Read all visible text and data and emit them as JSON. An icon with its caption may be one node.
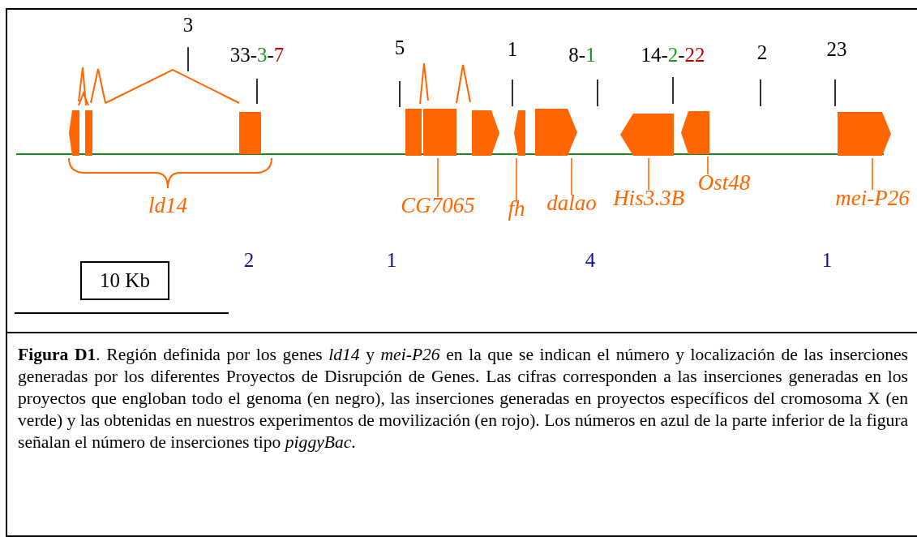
{
  "diagram": {
    "caption": "**Figura D1**. Región definida por los genes *ld14* y *mei-P26* en la que se indican el número y localización de las inserciones generadas por los diferentes Proyectos de Disrupción de Genes.  Las cifras corresponden a las inserciones generadas en los proyectos que engloban todo el genoma (en negro), las inserciones generadas en proyectos específicos del cromosoma X (en verde) y las obtenidas en nuestros experimentos de movilización (en rojo). Los números en azul de la parte inferior de la figura señalan el número de inserciones tipo *piggyBac*.",
    "nodes": [
      {
        "text": [],
        "shape": "box"
      },
      {
        "text": [],
        "shape": "box"
      },
      {
        "text": [],
        "shape": "box"
      },
      {
        "text": [],
        "shape": "box"
      },
      {
        "text": [],
        "shape": "box"
      },
      {
        "text": [],
        "shape": "box"
      },
      {
        "text": [],
        "shape": "box"
      },
      {
        "text": [],
        "shape": "box"
      },
      {
        "text": [],
        "shape": "box"
      },
      {
        "text": [],
        "shape": "box"
      },
      {
        "text": [],
        "shape": "box"
      },
      {
        "text": [
          "CG7065"
        ]
      },
      {
        "text": [
          "fh"
        ]
      },
      {
        "text": [
          "dalao"
        ]
      },
      {
        "text": [
          "His3.3B"
        ]
      },
      {
        "text": [
          "Ost48"
        ]
      },
      {
        "text": [
          "mei-P26"
        ]
      },
      {
        "text": [
          "10 Kb"
        ]
      }
    ],
    "edges": [
      {
        "from": 11,
        "to": 4,
        "arrow": "none"
      },
      {
        "from": 12,
        "to": 6,
        "arrow": "none"
      },
      {
        "from": 13,
        "to": 7,
        "arrow": "none"
      },
      {
        "from": 14,
        "to": 8,
        "arrow": "none"
      },
      {
        "from": 15,
        "to": 9,
        "arrow": "none"
      },
      {
        "from": 16,
        "to": 10,
        "arrow": "none"
      }
    ],
    "labels": [
      "3",
      "33-3-7",
      "5",
      "1",
      "8-1",
      "14-2-22",
      "2",
      "23",
      "ld14",
      "2",
      "1",
      "4",
      "1"
    ]
  }
}
